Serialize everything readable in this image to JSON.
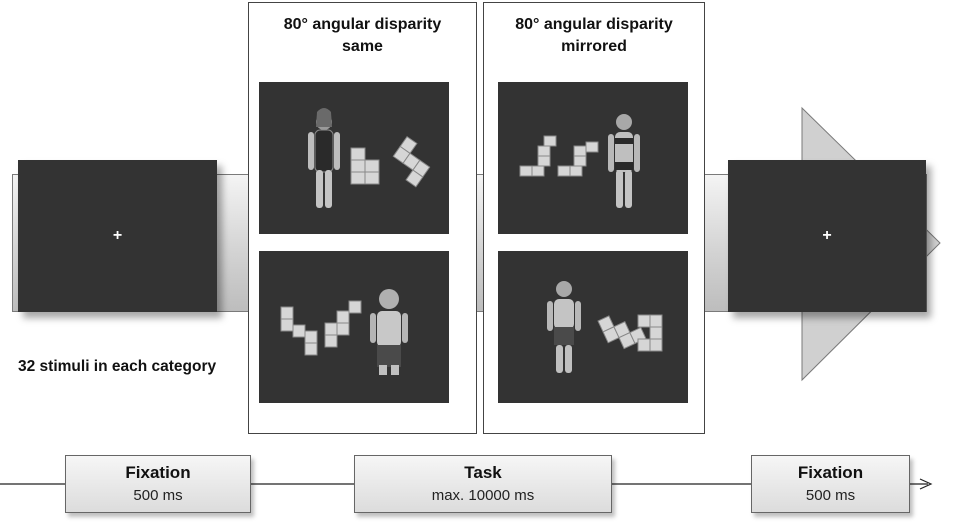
{
  "panels": [
    {
      "title_line1": "80° angular disparity",
      "title_line2": "same"
    },
    {
      "title_line1": "80° angular disparity",
      "title_line2": "mirrored"
    }
  ],
  "fixation_symbol": "+",
  "caption": "32 stimuli in each category",
  "timeline": [
    {
      "title": "Fixation",
      "duration": "500 ms"
    },
    {
      "title": "Task",
      "duration": "max. 10000 ms"
    },
    {
      "title": "Fixation",
      "duration": "500 ms"
    }
  ],
  "colors": {
    "screen": "#333333",
    "band": "#d4d4d4",
    "text": "#111111"
  }
}
